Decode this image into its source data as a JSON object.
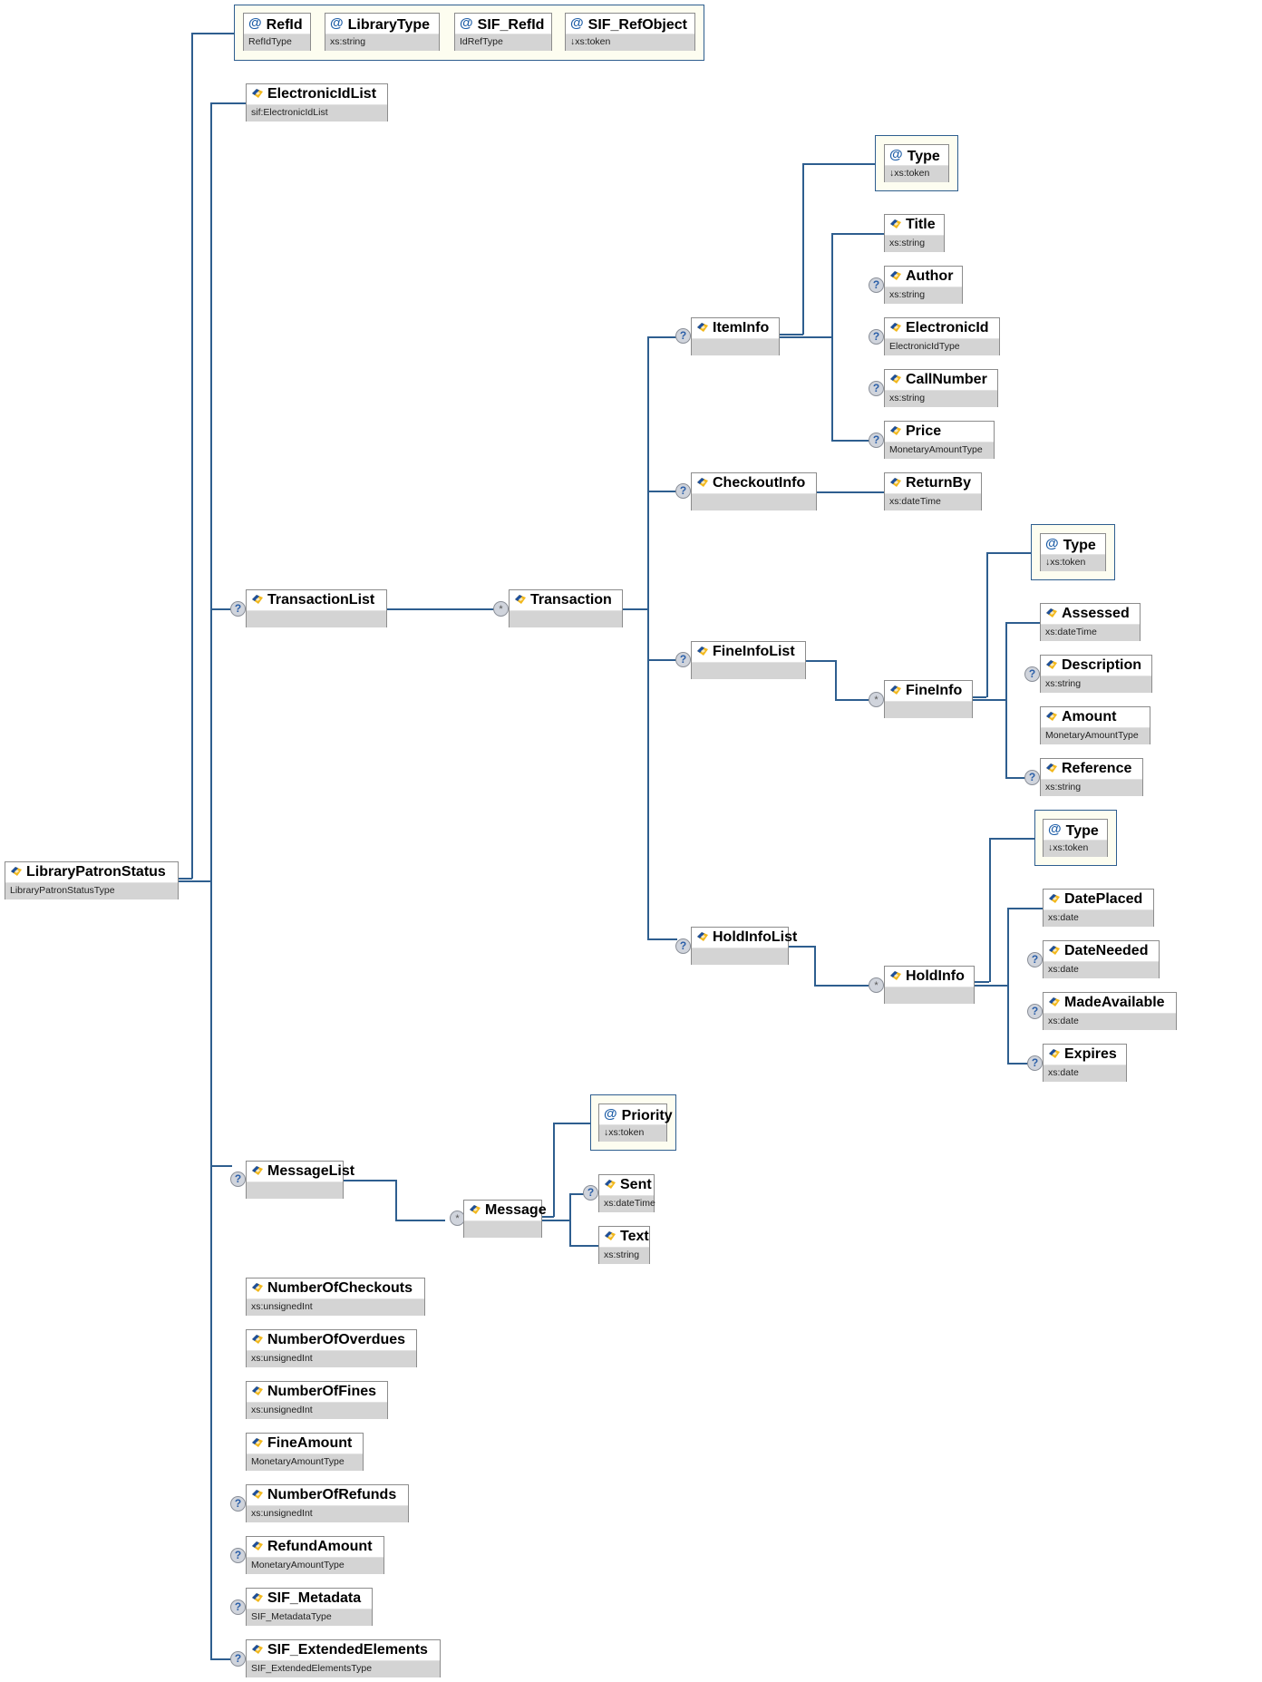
{
  "diagram": {
    "root": {
      "name": "LibraryPatronStatus",
      "type": "LibraryPatronStatusType"
    },
    "attributes": [
      {
        "name": "RefId",
        "type": "RefIdType"
      },
      {
        "name": "LibraryType",
        "type": "xs:string"
      },
      {
        "name": "SIF_RefId",
        "type": "IdRefType"
      },
      {
        "name": "SIF_RefObject",
        "type": "↓xs:token"
      }
    ],
    "electronic_id_list": {
      "name": "ElectronicIdList",
      "type": "sif:ElectronicIdList"
    },
    "transaction_list": {
      "name": "TransactionList",
      "type": "",
      "occurrence": "?"
    },
    "transaction": {
      "name": "Transaction",
      "type": "",
      "occurrence": "*"
    },
    "item_info": {
      "name": "ItemInfo",
      "type": "",
      "occurrence": "?",
      "attribute": {
        "name": "Type",
        "type": "↓xs:token"
      },
      "children": [
        {
          "name": "Title",
          "type": "xs:string",
          "occurrence": ""
        },
        {
          "name": "Author",
          "type": "xs:string",
          "occurrence": "?"
        },
        {
          "name": "ElectronicId",
          "type": "ElectronicIdType",
          "occurrence": "?"
        },
        {
          "name": "CallNumber",
          "type": "xs:string",
          "occurrence": "?"
        },
        {
          "name": "Price",
          "type": "MonetaryAmountType",
          "occurrence": "?"
        }
      ]
    },
    "checkout_info": {
      "name": "CheckoutInfo",
      "type": "",
      "occurrence": "?",
      "child": {
        "name": "ReturnBy",
        "type": "xs:dateTime"
      }
    },
    "fine_info_list": {
      "name": "FineInfoList",
      "type": "",
      "occurrence": "?"
    },
    "fine_info": {
      "name": "FineInfo",
      "type": "",
      "occurrence": "*",
      "attribute": {
        "name": "Type",
        "type": "↓xs:token"
      },
      "children": [
        {
          "name": "Assessed",
          "type": "xs:dateTime",
          "occurrence": ""
        },
        {
          "name": "Description",
          "type": "xs:string",
          "occurrence": "?"
        },
        {
          "name": "Amount",
          "type": "MonetaryAmountType",
          "occurrence": ""
        },
        {
          "name": "Reference",
          "type": "xs:string",
          "occurrence": "?"
        }
      ]
    },
    "hold_info_list": {
      "name": "HoldInfoList",
      "type": "",
      "occurrence": "?"
    },
    "hold_info": {
      "name": "HoldInfo",
      "type": "",
      "occurrence": "*",
      "attribute": {
        "name": "Type",
        "type": "↓xs:token"
      },
      "children": [
        {
          "name": "DatePlaced",
          "type": "xs:date",
          "occurrence": ""
        },
        {
          "name": "DateNeeded",
          "type": "xs:date",
          "occurrence": "?"
        },
        {
          "name": "MadeAvailable",
          "type": "xs:date",
          "occurrence": "?"
        },
        {
          "name": "Expires",
          "type": "xs:date",
          "occurrence": "?"
        }
      ]
    },
    "message_list": {
      "name": "MessageList",
      "type": "",
      "occurrence": "?"
    },
    "message": {
      "name": "Message",
      "type": "",
      "occurrence": "*",
      "attribute": {
        "name": "Priority",
        "type": "↓xs:token"
      },
      "children": [
        {
          "name": "Sent",
          "type": "xs:dateTime",
          "occurrence": "?"
        },
        {
          "name": "Text",
          "type": "xs:string",
          "occurrence": ""
        }
      ]
    },
    "tail_elements": [
      {
        "name": "NumberOfCheckouts",
        "type": "xs:unsignedInt",
        "occurrence": ""
      },
      {
        "name": "NumberOfOverdues",
        "type": "xs:unsignedInt",
        "occurrence": ""
      },
      {
        "name": "NumberOfFines",
        "type": "xs:unsignedInt",
        "occurrence": ""
      },
      {
        "name": "FineAmount",
        "type": "MonetaryAmountType",
        "occurrence": ""
      },
      {
        "name": "NumberOfRefunds",
        "type": "xs:unsignedInt",
        "occurrence": "?"
      },
      {
        "name": "RefundAmount",
        "type": "MonetaryAmountType",
        "occurrence": "?"
      },
      {
        "name": "SIF_Metadata",
        "type": "SIF_MetadataType",
        "occurrence": "?"
      },
      {
        "name": "SIF_ExtendedElements",
        "type": "SIF_ExtendedElementsType",
        "occurrence": "?"
      }
    ],
    "symbols": {
      "optional": "?",
      "repeating": "*",
      "attribute": "@"
    },
    "colors": {
      "line": "#2e5e8f",
      "attr_group_bg": "#fdfdf0",
      "type_bg": "#d4d4d4",
      "border": "#8c8c8c"
    }
  }
}
